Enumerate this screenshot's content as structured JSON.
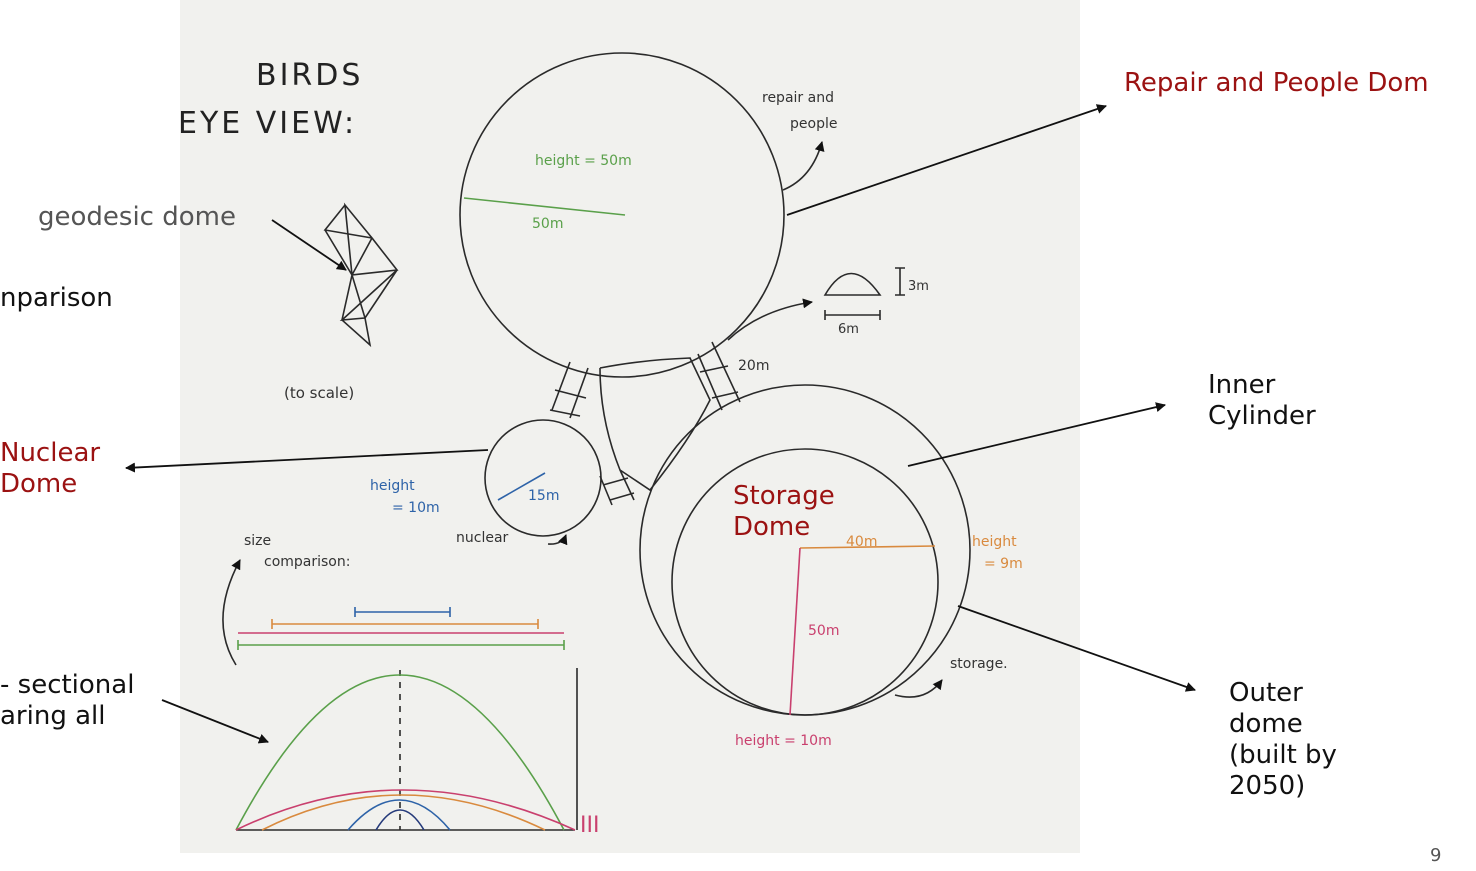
{
  "colors": {
    "accent": "#9b1212",
    "text": "#111111",
    "muted": "#555555",
    "paper": "#f1f1ee",
    "green": "#5aa04a",
    "blue": "#2e63a8",
    "orange": "#d98a3e",
    "pink": "#c9406e"
  },
  "slide": {
    "callouts": {
      "repair_people": "Repair and People Dom",
      "geodesic": "geodesic dome",
      "comparison": "nparison",
      "nuclear": "Nuclear\nDome",
      "inner_cylinder": "Inner\nCylinder",
      "storage": "Storage\nDome",
      "outer_dome": "Outer\ndome\n(built by\n2050)",
      "cross_section": "- sectional\naring all"
    },
    "page_number": "9"
  },
  "drawing": {
    "title_line1": "BIRDS",
    "title_line2": "EYE VIEW:",
    "to_scale": "(to scale)",
    "repair_note": "repair and\npeople",
    "repair_height": "height = 50m",
    "repair_radius": "50m",
    "doorway_width": "6m",
    "doorway_height": "3m",
    "corridor_length": "20m",
    "nuclear_height": "height\n= 10m",
    "nuclear_radius": "15m",
    "nuclear_note": "nuclear",
    "storage_radius_inner": "40m",
    "storage_height": "height\n= 9m",
    "storage_radius_outer": "50m",
    "storage_note": "storage.",
    "outer_height": "height = 10m",
    "size_label": "size\ncomparison:",
    "bar_marks": "III"
  }
}
